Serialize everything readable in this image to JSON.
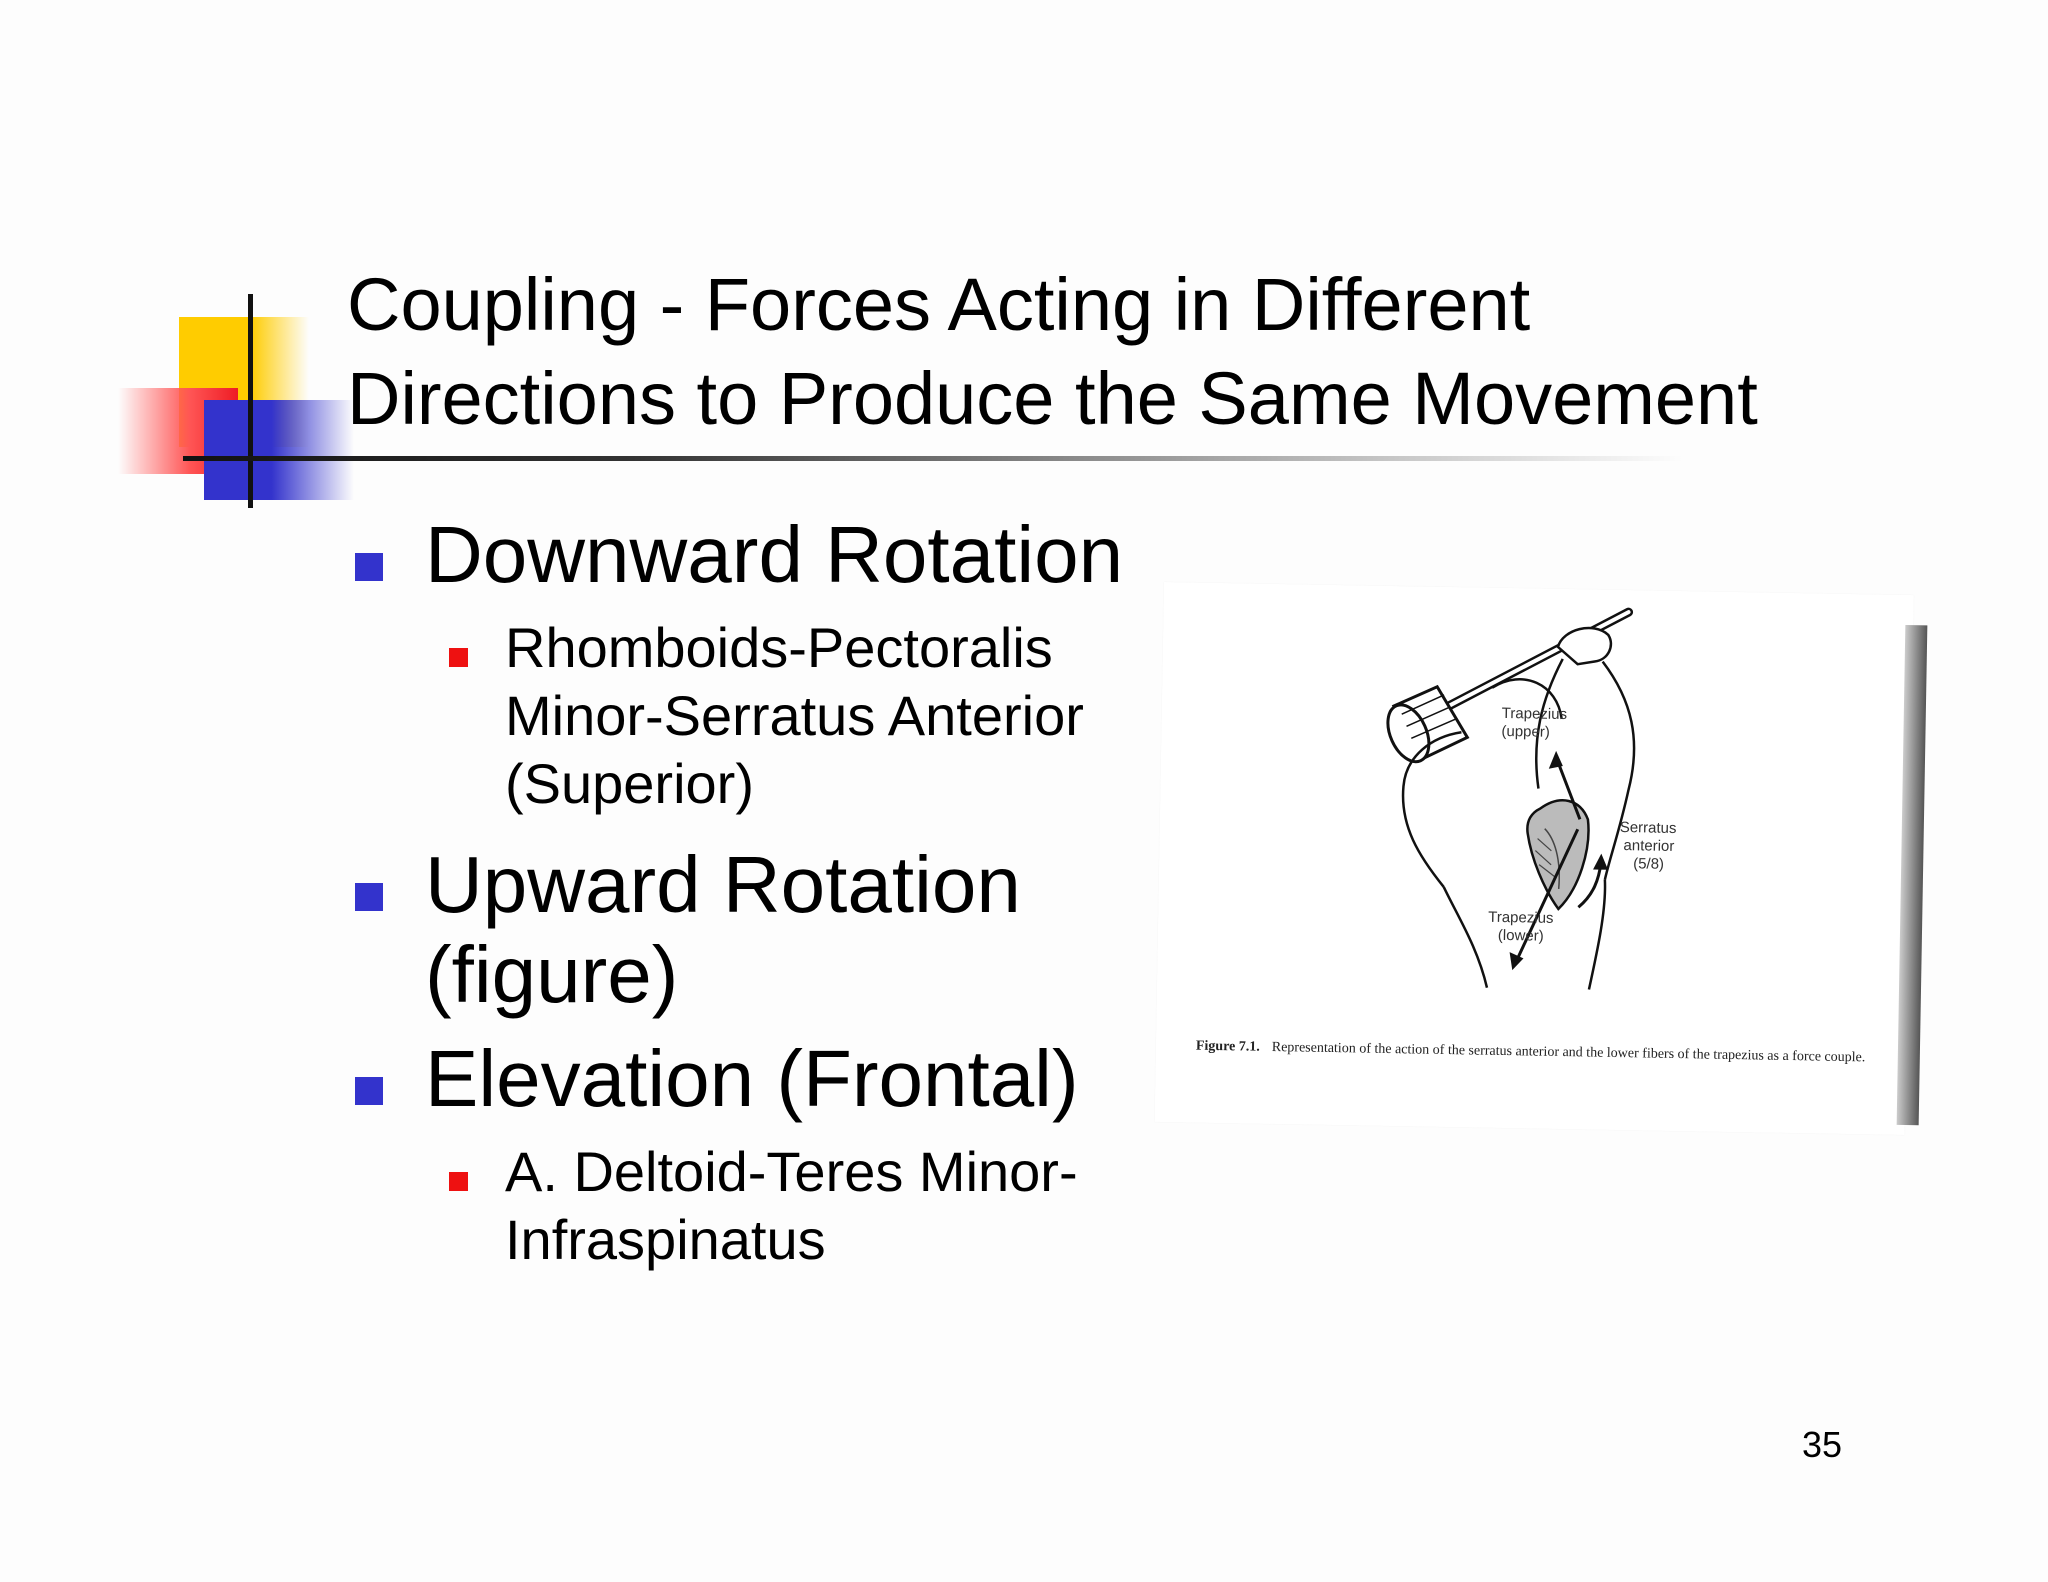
{
  "title": {
    "line1": "Coupling - Forces Acting in Different",
    "line2": "Directions to Produce the Same Movement"
  },
  "bullets": [
    {
      "text": "Downward Rotation",
      "level": 1
    },
    {
      "text": "Rhomboids-Pectoralis Minor-Serratus Anterior (Superior)",
      "level": 2
    },
    {
      "text": "Upward Rotation (figure)",
      "level": 1
    },
    {
      "text": "Elevation (Frontal)",
      "level": 1
    },
    {
      "text": "A. Deltoid-Teres Minor-Infraspinatus",
      "level": 2
    }
  ],
  "figure": {
    "labels": {
      "trapezius_upper_1": "Trapezius",
      "trapezius_upper_2": "(upper)",
      "serratus_1": "Serratus",
      "serratus_2": "anterior",
      "serratus_3": "(5/8)",
      "trapezius_lower_1": "Trapezius",
      "trapezius_lower_2": "(lower)"
    },
    "caption_head": "Figure 7.1.",
    "caption_text": "Representation of the action of the serratus anterior and the lower fibers of the trapezius as a force couple."
  },
  "page_number": "35",
  "colors": {
    "bullet_level1": "#3333cc",
    "bullet_level2": "#ee1111",
    "accent_yellow": "#ffcc00",
    "accent_red": "#ee1c24",
    "accent_blue": "#3333cc"
  }
}
